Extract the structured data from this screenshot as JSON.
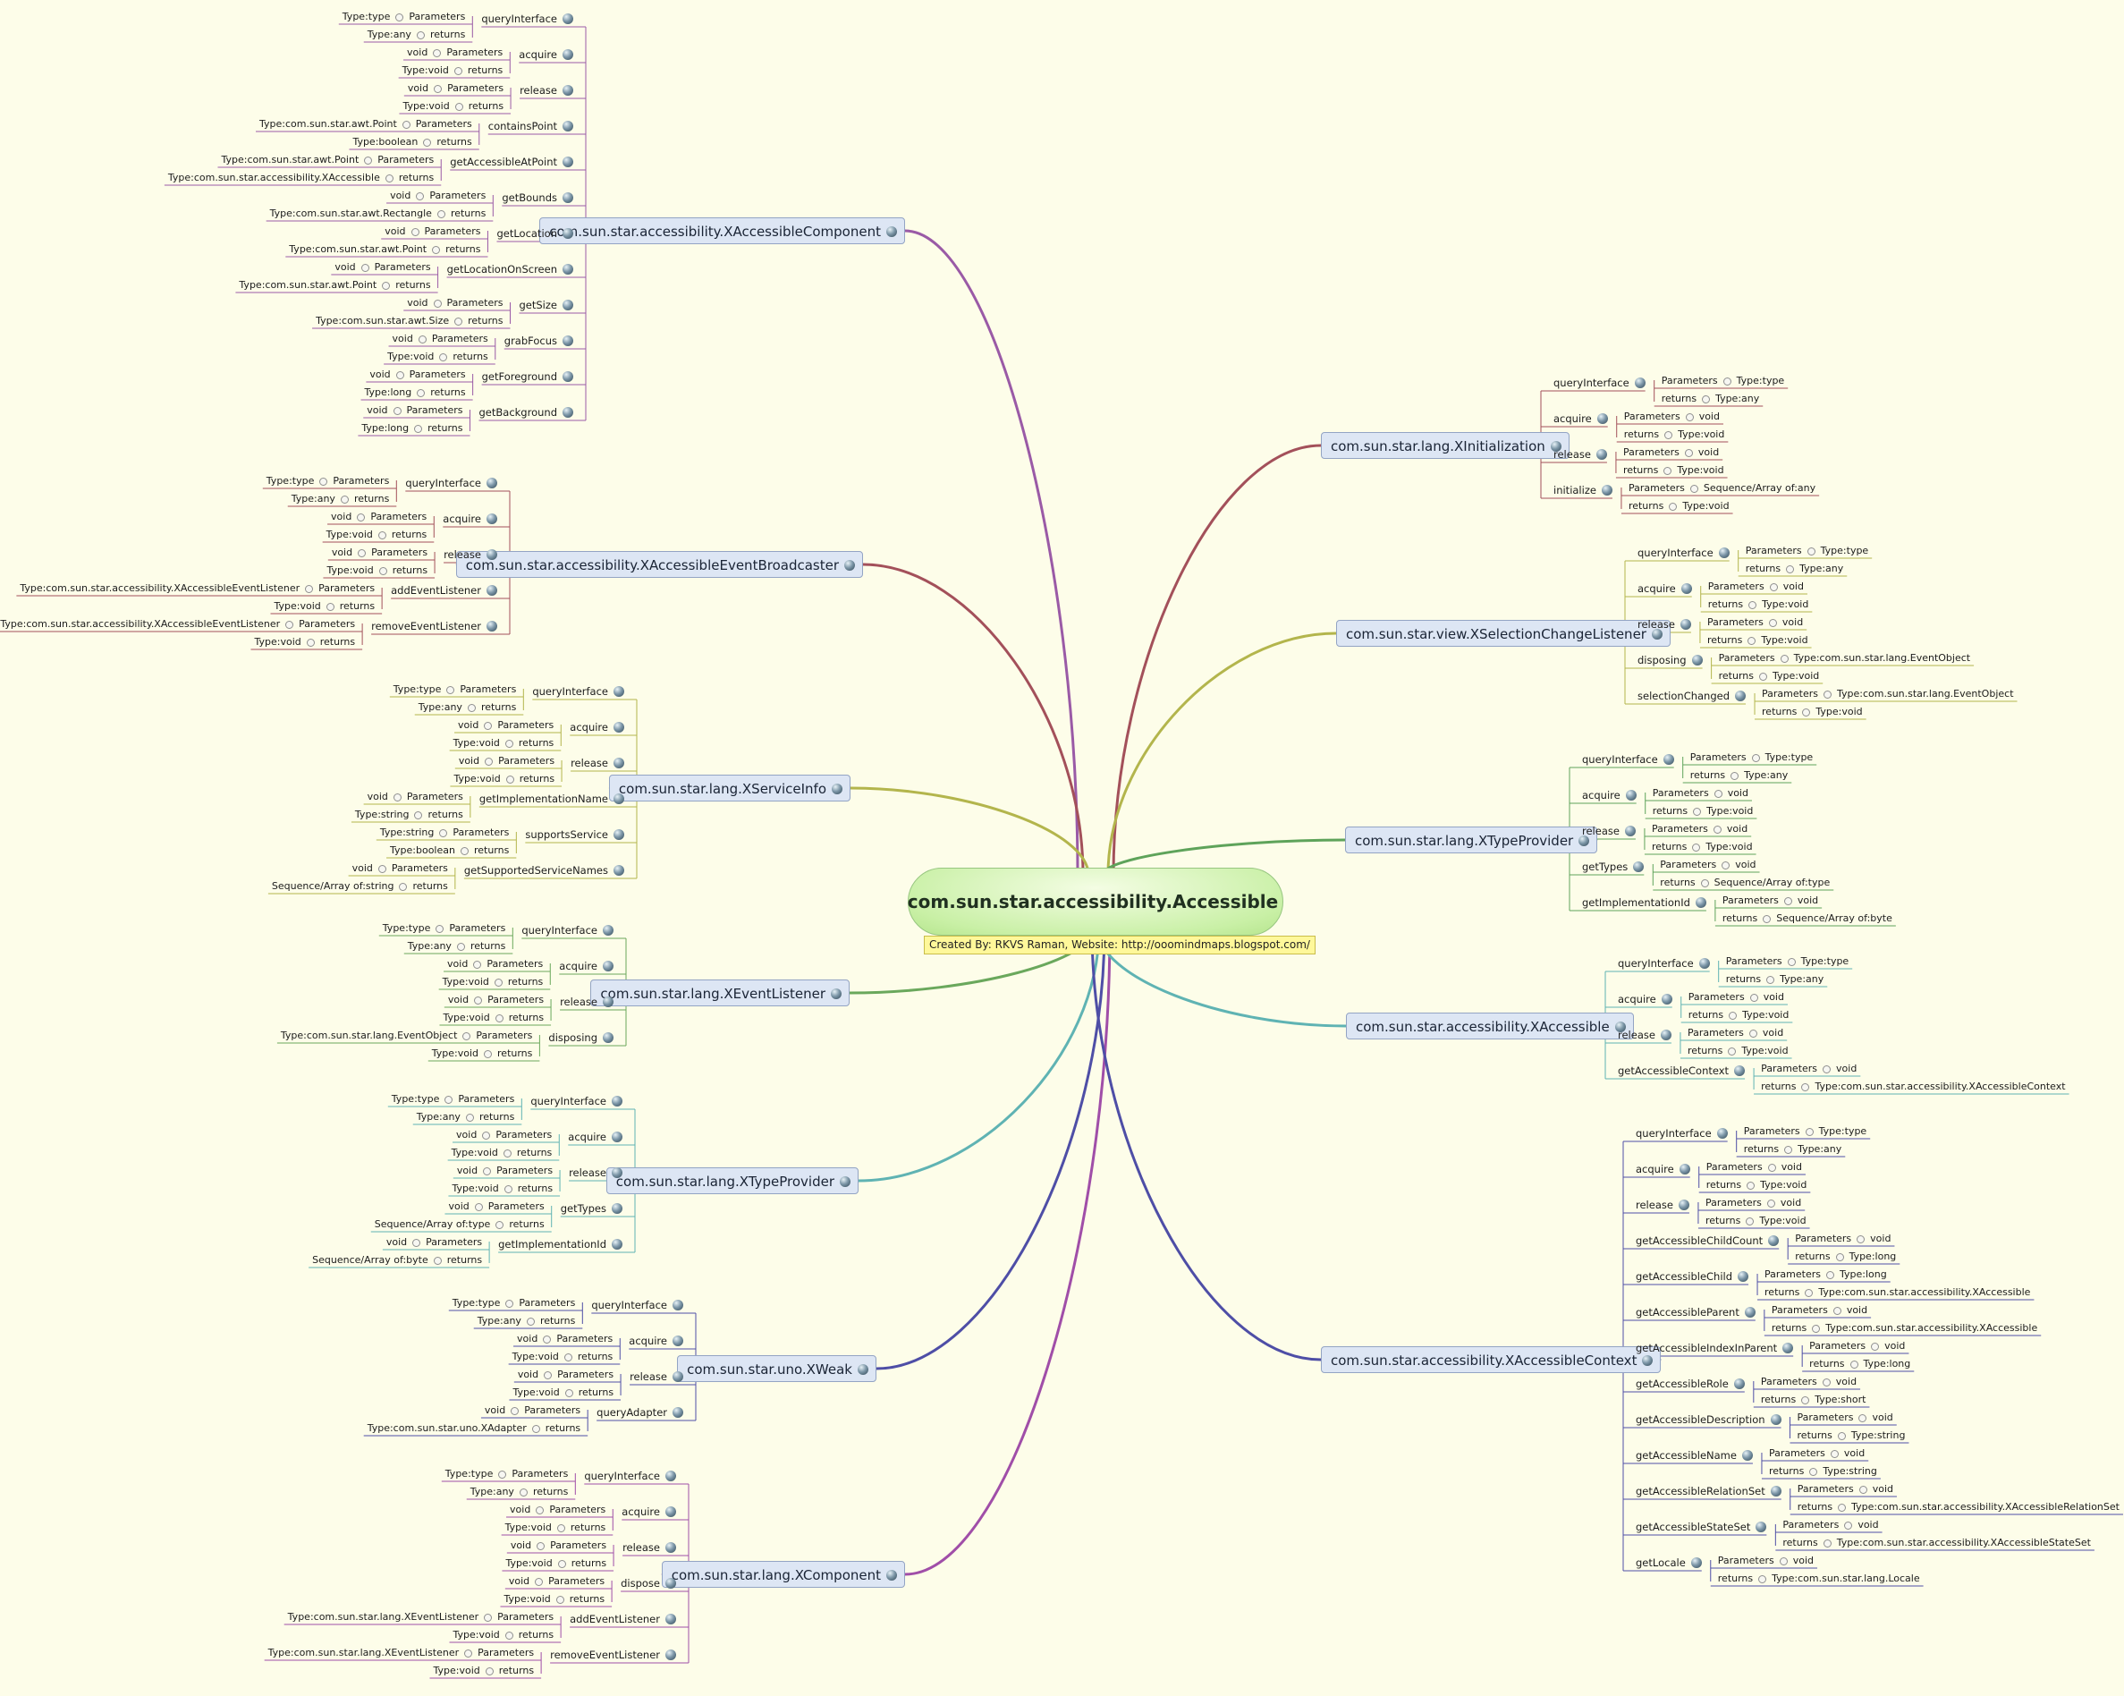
{
  "central_topic": "com.sun.star.accessibility.Accessible",
  "credit": "Created By: RKVS Raman, Website: http://ooomindmaps.blogspot.com/",
  "labels": {
    "parameters": "Parameters",
    "returns": "returns"
  },
  "colors": {
    "background": "#fdfde9",
    "branch_node_fill": "#dde6f4",
    "branch_node_border": "#93a4c4",
    "central_fill": "#c9f0a6",
    "credit_fill": "#fff89a"
  },
  "branches": [
    {
      "name": "com.sun.star.accessibility.XAccessibleComponent",
      "side": "left",
      "color": "#9a5aa6",
      "methods": [
        {
          "name": "queryInterface",
          "params": "Type:type",
          "returns": "Type:any"
        },
        {
          "name": "acquire",
          "params": "void",
          "returns": "Type:void"
        },
        {
          "name": "release",
          "params": "void",
          "returns": "Type:void"
        },
        {
          "name": "containsPoint",
          "params": "Type:com.sun.star.awt.Point",
          "returns": "Type:boolean"
        },
        {
          "name": "getAccessibleAtPoint",
          "params": "Type:com.sun.star.awt.Point",
          "returns": "Type:com.sun.star.accessibility.XAccessible"
        },
        {
          "name": "getBounds",
          "params": "void",
          "returns": "Type:com.sun.star.awt.Rectangle"
        },
        {
          "name": "getLocation",
          "params": "void",
          "returns": "Type:com.sun.star.awt.Point"
        },
        {
          "name": "getLocationOnScreen",
          "params": "void",
          "returns": "Type:com.sun.star.awt.Point"
        },
        {
          "name": "getSize",
          "params": "void",
          "returns": "Type:com.sun.star.awt.Size"
        },
        {
          "name": "grabFocus",
          "params": "void",
          "returns": "Type:void"
        },
        {
          "name": "getForeground",
          "params": "void",
          "returns": "Type:long"
        },
        {
          "name": "getBackground",
          "params": "void",
          "returns": "Type:long"
        }
      ]
    },
    {
      "name": "com.sun.star.accessibility.XAccessibleEventBroadcaster",
      "side": "left",
      "color": "#a3505a",
      "methods": [
        {
          "name": "queryInterface",
          "params": "Type:type",
          "returns": "Type:any"
        },
        {
          "name": "acquire",
          "params": "void",
          "returns": "Type:void"
        },
        {
          "name": "release",
          "params": "void",
          "returns": "Type:void"
        },
        {
          "name": "addEventListener",
          "params": "Type:com.sun.star.accessibility.XAccessibleEventListener",
          "returns": "Type:void"
        },
        {
          "name": "removeEventListener",
          "params": "Type:com.sun.star.accessibility.XAccessibleEventListener",
          "returns": "Type:void"
        }
      ]
    },
    {
      "name": "com.sun.star.lang.XServiceInfo",
      "side": "left",
      "color": "#b3b54c",
      "methods": [
        {
          "name": "queryInterface",
          "params": "Type:type",
          "returns": "Type:any"
        },
        {
          "name": "acquire",
          "params": "void",
          "returns": "Type:void"
        },
        {
          "name": "release",
          "params": "void",
          "returns": "Type:void"
        },
        {
          "name": "getImplementationName",
          "params": "void",
          "returns": "Type:string"
        },
        {
          "name": "supportsService",
          "params": "Type:string",
          "returns": "Type:boolean"
        },
        {
          "name": "getSupportedServiceNames",
          "params": "void",
          "returns": "Sequence/Array of:string"
        }
      ]
    },
    {
      "name": "com.sun.star.lang.XEventListener",
      "side": "left",
      "color": "#6aa85c",
      "methods": [
        {
          "name": "queryInterface",
          "params": "Type:type",
          "returns": "Type:any"
        },
        {
          "name": "acquire",
          "params": "void",
          "returns": "Type:void"
        },
        {
          "name": "release",
          "params": "void",
          "returns": "Type:void"
        },
        {
          "name": "disposing",
          "params": "Type:com.sun.star.lang.EventObject",
          "returns": "Type:void"
        }
      ]
    },
    {
      "name": "com.sun.star.lang.XTypeProvider",
      "side": "left",
      "color": "#5fb3b3",
      "methods": [
        {
          "name": "queryInterface",
          "params": "Type:type",
          "returns": "Type:any"
        },
        {
          "name": "acquire",
          "params": "void",
          "returns": "Type:void"
        },
        {
          "name": "release",
          "params": "void",
          "returns": "Type:void"
        },
        {
          "name": "getTypes",
          "params": "void",
          "returns": "Sequence/Array of:type"
        },
        {
          "name": "getImplementationId",
          "params": "void",
          "returns": "Sequence/Array of:byte"
        }
      ]
    },
    {
      "name": "com.sun.star.uno.XWeak",
      "side": "left",
      "color": "#4e4ea6",
      "methods": [
        {
          "name": "queryInterface",
          "params": "Type:type",
          "returns": "Type:any"
        },
        {
          "name": "acquire",
          "params": "void",
          "returns": "Type:void"
        },
        {
          "name": "release",
          "params": "void",
          "returns": "Type:void"
        },
        {
          "name": "queryAdapter",
          "params": "void",
          "returns": "Type:com.sun.star.uno.XAdapter"
        }
      ]
    },
    {
      "name": "com.sun.star.lang.XComponent",
      "side": "left",
      "color": "#a04ea8",
      "methods": [
        {
          "name": "queryInterface",
          "params": "Type:type",
          "returns": "Type:any"
        },
        {
          "name": "acquire",
          "params": "void",
          "returns": "Type:void"
        },
        {
          "name": "release",
          "params": "void",
          "returns": "Type:void"
        },
        {
          "name": "dispose",
          "params": "void",
          "returns": "Type:void"
        },
        {
          "name": "addEventListener",
          "params": "Type:com.sun.star.lang.XEventListener",
          "returns": "Type:void"
        },
        {
          "name": "removeEventListener",
          "params": "Type:com.sun.star.lang.XEventListener",
          "returns": "Type:void"
        }
      ]
    },
    {
      "name": "com.sun.star.lang.XInitialization",
      "side": "right",
      "color": "#a3505a",
      "methods": [
        {
          "name": "queryInterface",
          "params": "Type:type",
          "returns": "Type:any"
        },
        {
          "name": "acquire",
          "params": "void",
          "returns": "Type:void"
        },
        {
          "name": "release",
          "params": "void",
          "returns": "Type:void"
        },
        {
          "name": "initialize",
          "params": "Sequence/Array of:any",
          "returns": "Type:void"
        }
      ]
    },
    {
      "name": "com.sun.star.view.XSelectionChangeListener",
      "side": "right",
      "color": "#b3b54c",
      "methods": [
        {
          "name": "queryInterface",
          "params": "Type:type",
          "returns": "Type:any"
        },
        {
          "name": "acquire",
          "params": "void",
          "returns": "Type:void"
        },
        {
          "name": "release",
          "params": "void",
          "returns": "Type:void"
        },
        {
          "name": "disposing",
          "params": "Type:com.sun.star.lang.EventObject",
          "returns": "Type:void"
        },
        {
          "name": "selectionChanged",
          "params": "Type:com.sun.star.lang.EventObject",
          "returns": "Type:void"
        }
      ]
    },
    {
      "name": "com.sun.star.lang.XTypeProvider",
      "side": "right",
      "color": "#5ea35a",
      "methods": [
        {
          "name": "queryInterface",
          "params": "Type:type",
          "returns": "Type:any"
        },
        {
          "name": "acquire",
          "params": "void",
          "returns": "Type:void"
        },
        {
          "name": "release",
          "params": "void",
          "returns": "Type:void"
        },
        {
          "name": "getTypes",
          "params": "void",
          "returns": "Sequence/Array of:type"
        },
        {
          "name": "getImplementationId",
          "params": "void",
          "returns": "Sequence/Array of:byte"
        }
      ]
    },
    {
      "name": "com.sun.star.accessibility.XAccessible",
      "side": "right",
      "color": "#5fb3b3",
      "methods": [
        {
          "name": "queryInterface",
          "params": "Type:type",
          "returns": "Type:any"
        },
        {
          "name": "acquire",
          "params": "void",
          "returns": "Type:void"
        },
        {
          "name": "release",
          "params": "void",
          "returns": "Type:void"
        },
        {
          "name": "getAccessibleContext",
          "params": "void",
          "returns": "Type:com.sun.star.accessibility.XAccessibleContext"
        }
      ]
    },
    {
      "name": "com.sun.star.accessibility.XAccessibleContext",
      "side": "right",
      "color": "#4e4ea6",
      "methods": [
        {
          "name": "queryInterface",
          "params": "Type:type",
          "returns": "Type:any"
        },
        {
          "name": "acquire",
          "params": "void",
          "returns": "Type:void"
        },
        {
          "name": "release",
          "params": "void",
          "returns": "Type:void"
        },
        {
          "name": "getAccessibleChildCount",
          "params": "void",
          "returns": "Type:long"
        },
        {
          "name": "getAccessibleChild",
          "params": "Type:long",
          "returns": "Type:com.sun.star.accessibility.XAccessible"
        },
        {
          "name": "getAccessibleParent",
          "params": "void",
          "returns": "Type:com.sun.star.accessibility.XAccessible"
        },
        {
          "name": "getAccessibleIndexInParent",
          "params": "void",
          "returns": "Type:long"
        },
        {
          "name": "getAccessibleRole",
          "params": "void",
          "returns": "Type:short"
        },
        {
          "name": "getAccessibleDescription",
          "params": "void",
          "returns": "Type:string"
        },
        {
          "name": "getAccessibleName",
          "params": "void",
          "returns": "Type:string"
        },
        {
          "name": "getAccessibleRelationSet",
          "params": "void",
          "returns": "Type:com.sun.star.accessibility.XAccessibleRelationSet"
        },
        {
          "name": "getAccessibleStateSet",
          "params": "void",
          "returns": "Type:com.sun.star.accessibility.XAccessibleStateSet"
        },
        {
          "name": "getLocale",
          "params": "void",
          "returns": "Type:com.sun.star.lang.Locale"
        }
      ]
    }
  ]
}
